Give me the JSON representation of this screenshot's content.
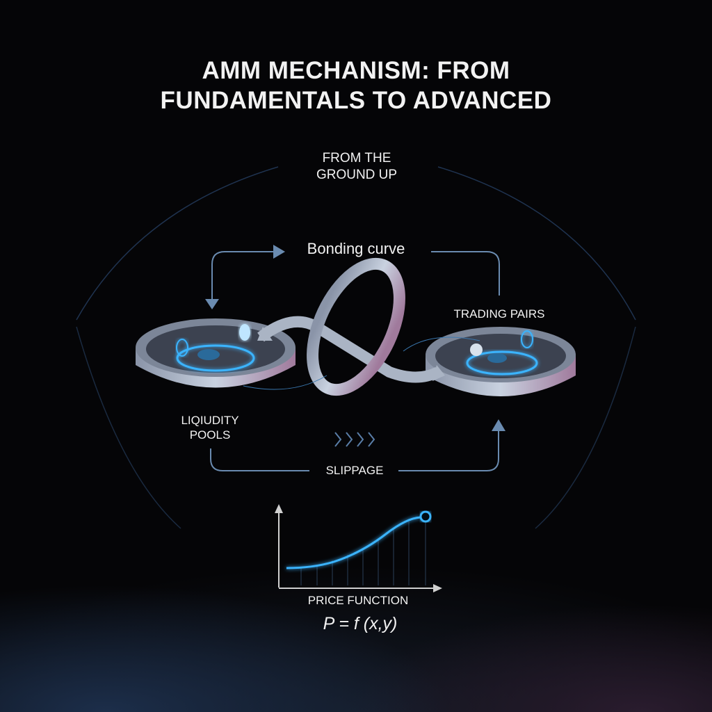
{
  "title": {
    "line1": "AMM MECHANISM: FROM",
    "line2": "FUNDAMENTALS TO ADVANCED"
  },
  "subtitle": {
    "line1": "FROM THE",
    "line2": "GROUND UP"
  },
  "labels": {
    "bonding_curve": "Bonding curve",
    "trading_pairs": "TRADING PAIRS",
    "liquidity_pools_line1": "LIQIUDITY",
    "liquidity_pools_line2": "POOLS",
    "slippage": "SLIPPAGE",
    "price_function": "PRICE FUNCTION",
    "formula": "P = f (x,y)"
  },
  "colors": {
    "accent": "#3ab4ff",
    "arrow": "#6a8bb0",
    "text": "#f2f2f2"
  }
}
